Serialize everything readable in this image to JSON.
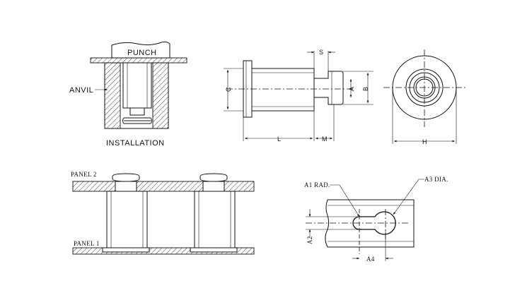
{
  "labels": {
    "punch": "PUNCH",
    "anvil": "ANVIL",
    "installation": "INSTALLATION",
    "panel_2": "PANEL 2",
    "panel_1": "PANEL 1"
  },
  "dimensions": {
    "s": "S",
    "c": "C",
    "a": "A",
    "b": "B",
    "l": "L",
    "m": "M",
    "h": "H",
    "a1_rad": "A1 RAD.",
    "a3_dia": "A3 DIA.",
    "a2": "A2",
    "a4": "A4"
  }
}
